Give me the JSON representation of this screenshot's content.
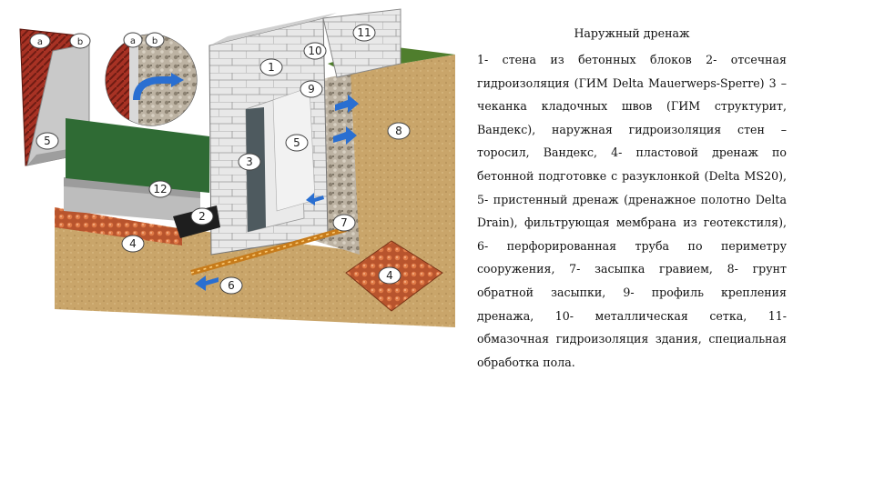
{
  "document": {
    "title": "Наружный дренаж",
    "body": "1- стена из бетонных блоков 2- отсечная гидроизоляция (ГИМ Delta Mauerweps-Sperre) 3 – чеканка кладочных швов (ГИМ структурит, Вандекс), наружная гидроизоляция стен –торосил, Вандекс, 4- пластовой дренаж по бетонной подготовке с разуклонкой (Delta MS20), 5- пристенный дренаж (дренажное полотно Delta Drain), фильтрующая мембрана из геотекстиля), 6- перфорированная труба по периметру сооружения, 7- засыпка гравием, 8- грунт обратной засыпки, 9- профиль крепления дренажа, 10- металлическая сетка, 11- обмазочная гидроизоляция здания, специальная обработка пола."
  },
  "callouts": {
    "n1": "1",
    "n2": "2",
    "n3": "3",
    "n4": "4",
    "n4b": "4",
    "n5": "5",
    "n5b": "5",
    "n6": "6",
    "n7": "7",
    "n8": "8",
    "n9": "9",
    "n10": "10",
    "n11": "11",
    "n12": "12",
    "a1": "a",
    "b1": "b",
    "a2": "a",
    "b2": "b"
  },
  "colors": {
    "membrane_red": "#b23a2a",
    "floor_green": "#2f6b34",
    "soil": "#c9a56a",
    "block": "#e6e6e6",
    "arrow_blue": "#2a6fd1"
  }
}
